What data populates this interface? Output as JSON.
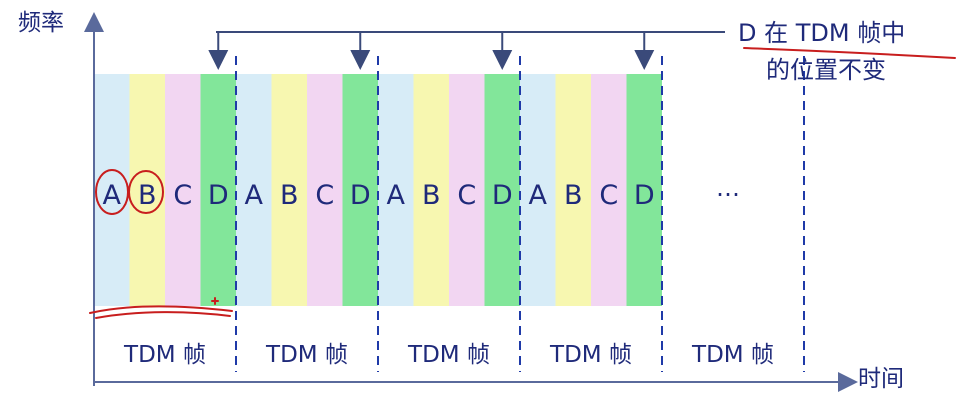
{
  "axes": {
    "y_label": "频率",
    "x_label": "时间"
  },
  "slots": [
    "A",
    "B",
    "C",
    "D"
  ],
  "slot_colors": [
    "#d7ecf7",
    "#f7f7b0",
    "#f2d6f2",
    "#82e69a"
  ],
  "frame_label": "TDM 帧",
  "frame_count": 5,
  "continuation": "…",
  "note": {
    "line1": "D 在 TDM 帧中",
    "line2": "的位置不变"
  },
  "colors": {
    "text": "#1f2a7a",
    "axis": "#5a6a9c",
    "dash": "#1f3aa8",
    "arrow": "#3a4a7a",
    "annotation": "#c81e1e"
  }
}
